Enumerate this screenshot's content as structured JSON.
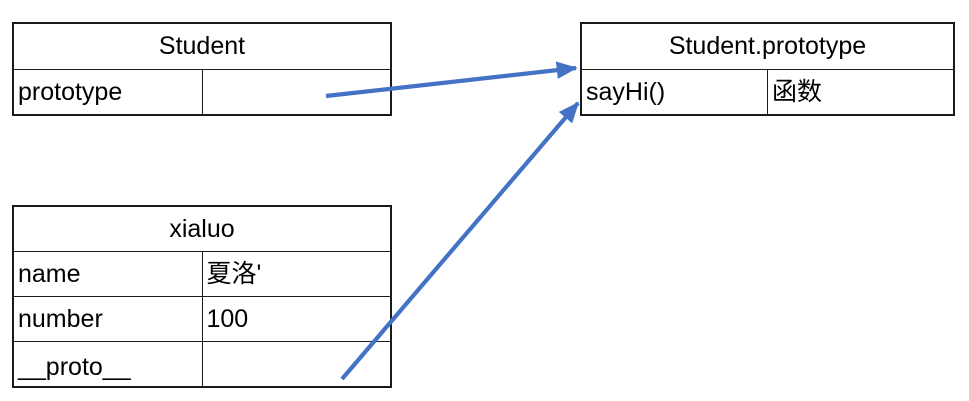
{
  "diagram": {
    "title": "JavaScript prototype chain diagram",
    "background_color": "#ffffff",
    "border_color": "#1a1a1a",
    "arrow_color": "#4472c4"
  },
  "tables": {
    "student": {
      "name": "Student",
      "rows": [
        {
          "key": "prototype",
          "value": ""
        }
      ]
    },
    "student_prototype": {
      "name": "Student.prototype",
      "rows": [
        {
          "key": "sayHi()",
          "value": "函数"
        }
      ]
    },
    "xialuo": {
      "name": "xialuo",
      "rows": [
        {
          "key": "name",
          "value": "夏洛'"
        },
        {
          "key": "number",
          "value": "100"
        },
        {
          "key": "__proto__",
          "value": ""
        }
      ]
    }
  },
  "arrows": [
    {
      "label": "student-prototype-to-student-prototype-object",
      "from": "Student.prototype cell",
      "to": "Student.prototype table"
    },
    {
      "label": "xialuo-proto-to-student-prototype-object",
      "from": "xialuo __proto__ cell",
      "to": "Student.prototype table"
    }
  ]
}
